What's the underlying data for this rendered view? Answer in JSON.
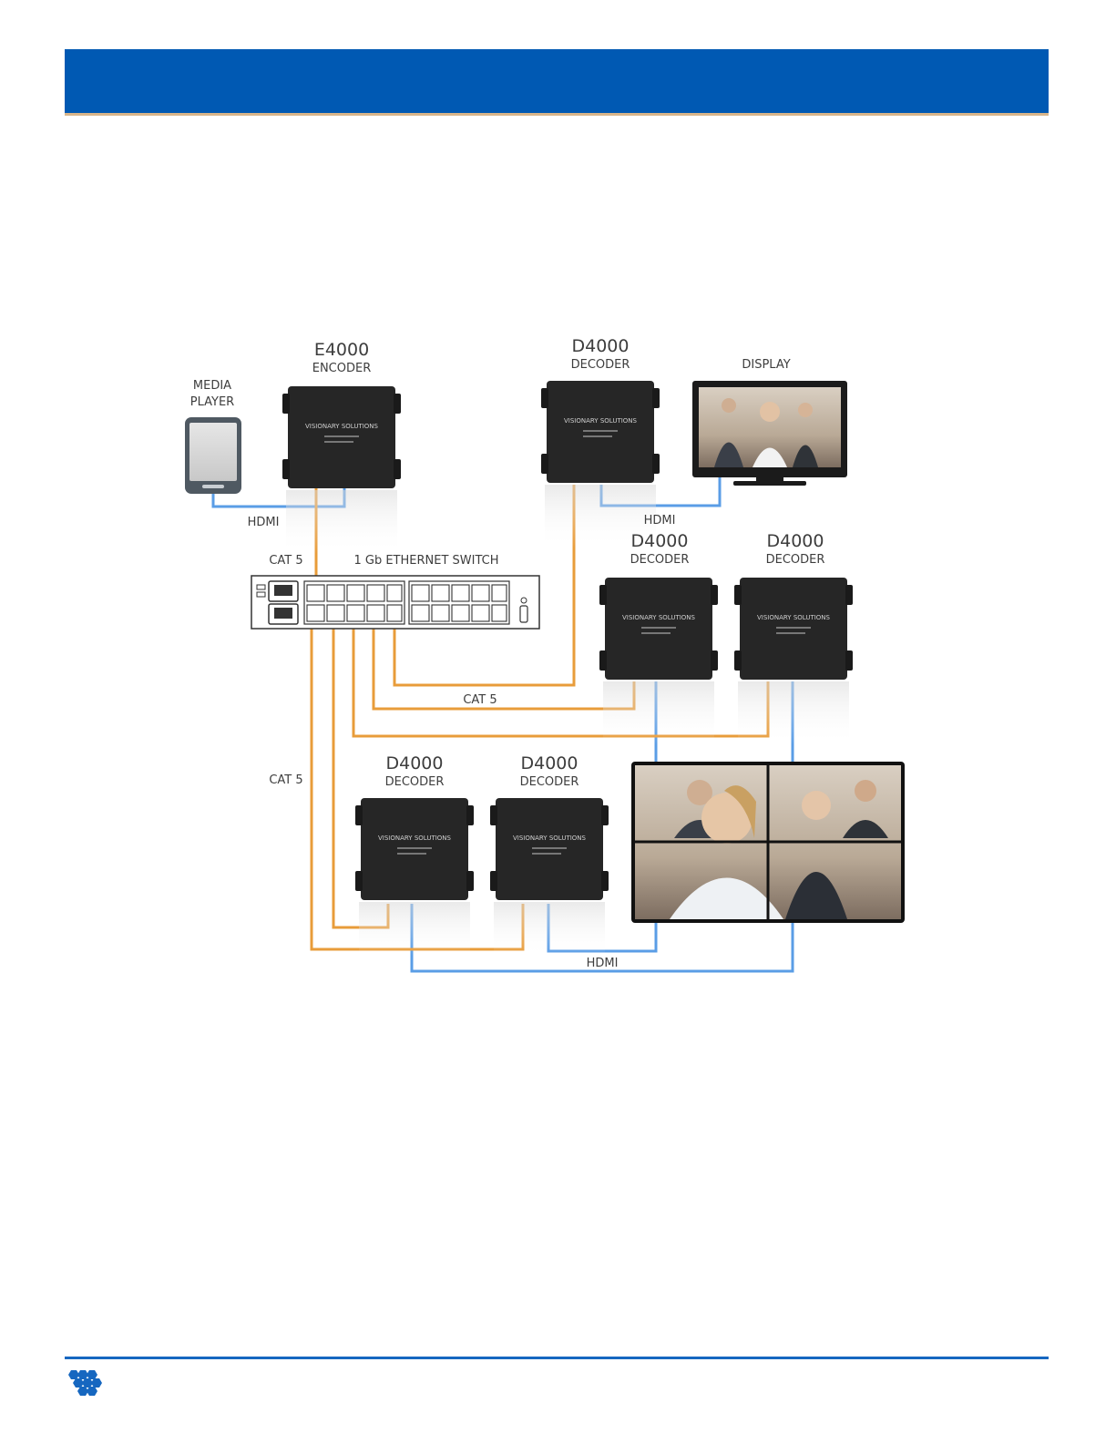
{
  "colors": {
    "header": "#0059b3",
    "header_rule": "#d8b58a",
    "cat5_cable": "#e89c3a",
    "hdmi_cable": "#5a9de6",
    "device_body": "#262626",
    "text": "#3d3d3d"
  },
  "diagram": {
    "media_player": {
      "line1": "MEDIA",
      "line2": "PLAYER"
    },
    "encoder": {
      "model": "E4000",
      "type": "ENCODER",
      "brand": "VISIONARY SOLUTIONS"
    },
    "decoders": [
      {
        "model": "D4000",
        "type": "DECODER"
      },
      {
        "model": "D4000",
        "type": "DECODER"
      },
      {
        "model": "D4000",
        "type": "DECODER"
      },
      {
        "model": "D4000",
        "type": "DECODER"
      },
      {
        "model": "D4000",
        "type": "DECODER"
      }
    ],
    "device_brand": "VISIONARY SOLUTIONS",
    "display": {
      "label": "DISPLAY"
    },
    "switch": {
      "label": "1 Gb ETHERNET SWITCH"
    },
    "cable_labels": {
      "hdmi_player": "HDMI",
      "hdmi_display": "HDMI",
      "hdmi_wall": "HDMI",
      "cat5_top": "CAT 5",
      "cat5_middle": "CAT 5",
      "cat5_left": "CAT 5"
    }
  }
}
